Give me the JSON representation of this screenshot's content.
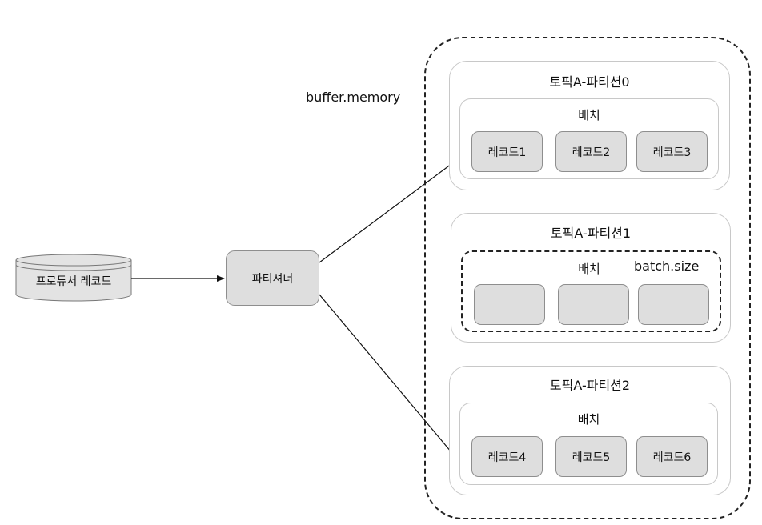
{
  "producer": {
    "label": "프로듀서 레코드"
  },
  "partitioner": {
    "label": "파티셔너"
  },
  "buffer": {
    "label": "buffer.memory"
  },
  "partitions": [
    {
      "title": "토픽A-파티션0",
      "batch_label": "배치",
      "records": [
        "레코드1",
        "레코드2",
        "레코드3"
      ]
    },
    {
      "title": "토픽A-파티션1",
      "batch_label": "배치",
      "batch_size_label": "batch.size",
      "records": [
        "",
        "",
        ""
      ]
    },
    {
      "title": "토픽A-파티션2",
      "batch_label": "배치",
      "records": [
        "레코드4",
        "레코드5",
        "레코드6"
      ]
    }
  ]
}
